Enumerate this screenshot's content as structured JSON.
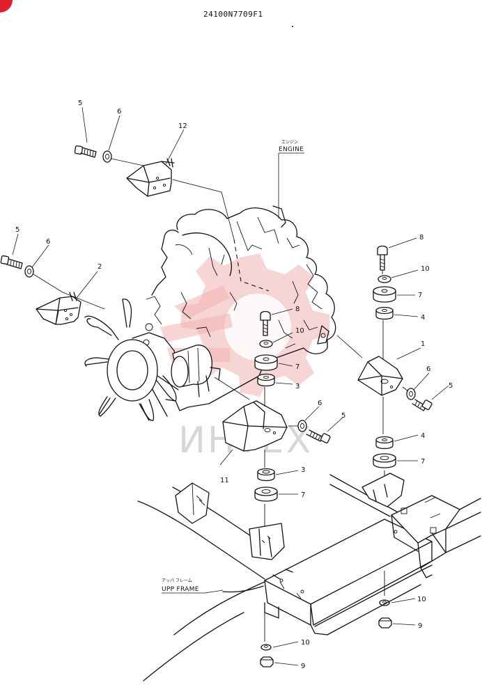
{
  "drawing_number": "24100N7709F1",
  "labels": {
    "engine_jp": "エンジン",
    "engine": "ENGINE",
    "frame_jp": "アッパ フレーム",
    "frame": "UPP FRAME"
  },
  "watermark": "ИНТЕХ",
  "callouts": {
    "c5a": "5",
    "c6a": "6",
    "c12": "12",
    "c5b": "5",
    "c6b": "6",
    "c2": "2",
    "c8a": "8",
    "c10a": "10",
    "c7a": "7",
    "c4a": "4",
    "c1": "1",
    "c6c": "6",
    "c5c": "5",
    "c8b": "8",
    "c10b": "10",
    "c7b": "7",
    "c3a": "3",
    "c6d": "6",
    "c5d": "5",
    "c11": "11",
    "c3b": "3",
    "c7c": "7",
    "c4b": "4",
    "c7d": "7",
    "c10c": "10",
    "c9a": "9",
    "c10d": "10",
    "c9b": "9"
  },
  "colors": {
    "line": "#111111",
    "watermark": "#f3b3b3",
    "corner_mark": "#e3202a"
  }
}
